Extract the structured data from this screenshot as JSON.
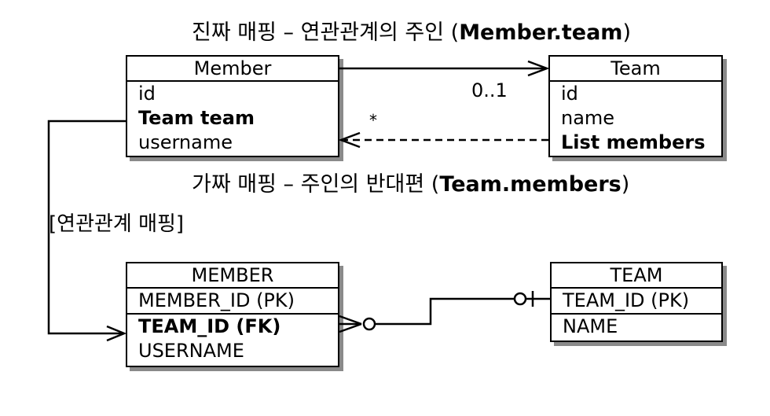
{
  "captions": {
    "real_mapping": {
      "text": "진짜 매핑 – 연관관계의 주인 (",
      "bold": "Member.team",
      "close": ")"
    },
    "fake_mapping": {
      "text": "가짜 매핑 – 주인의 반대편 (",
      "bold": "Team.members",
      "close": ")"
    },
    "relation_mapping": "[연관관계 매핑]"
  },
  "object_model": {
    "member": {
      "title": "Member",
      "fields": [
        "id",
        "Team team",
        "username"
      ]
    },
    "team": {
      "title": "Team",
      "fields": [
        "id",
        "name",
        "List members"
      ]
    },
    "multiplicity_one": "0..1",
    "multiplicity_many": "*"
  },
  "table_model": {
    "member": {
      "title": "MEMBER",
      "pk": "MEMBER_ID (PK)",
      "fk": "TEAM_ID (FK)",
      "fields": [
        "USERNAME"
      ]
    },
    "team": {
      "title": "TEAM",
      "pk": "TEAM_ID (PK)",
      "fields": [
        "NAME"
      ]
    }
  }
}
